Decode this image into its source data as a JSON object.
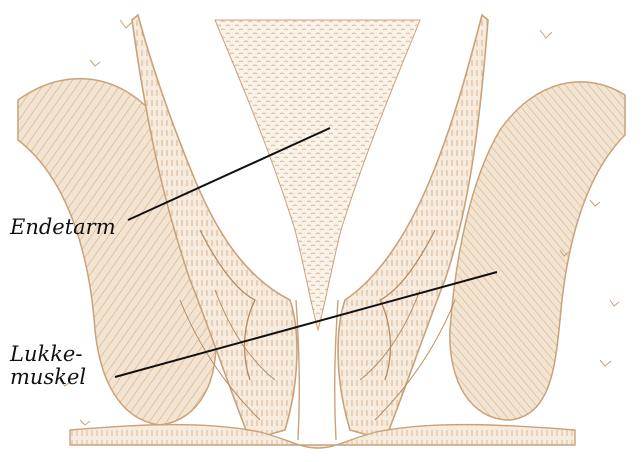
{
  "diagram": {
    "labels": {
      "rectum": "Endetarm",
      "sphincter_line1": "Lukke-",
      "sphincter_line2": "muskel"
    },
    "colors": {
      "tissue_stroke": "#c9a27a",
      "tissue_fill": "#f3e4d2",
      "tissue_dark": "#b68a5f",
      "leader_line": "#111111"
    }
  }
}
